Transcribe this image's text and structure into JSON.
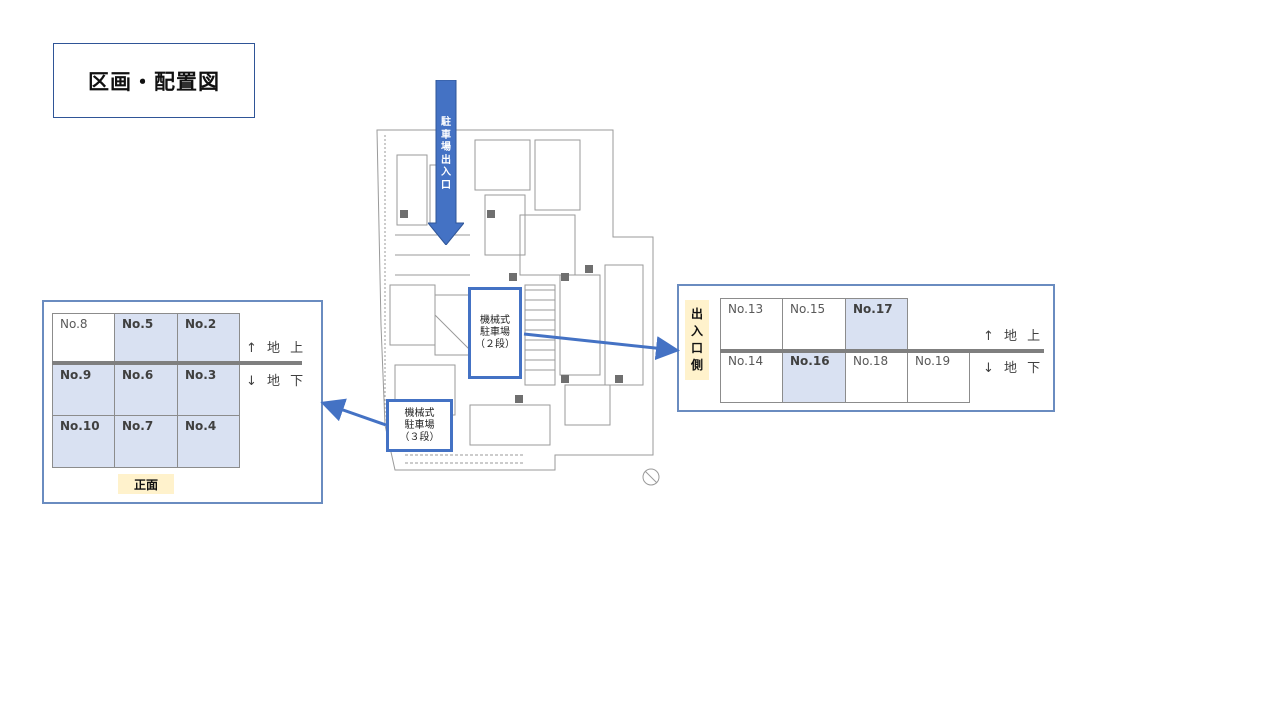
{
  "title": "区画・配置図",
  "entrance_label_chars": [
    "駐",
    "車",
    "場",
    "出",
    "入",
    "口"
  ],
  "mech_2tier": {
    "line1": "機械式",
    "line2": "駐車場",
    "line3": "（２段）"
  },
  "mech_3tier": {
    "line1": "機械式",
    "line2": "駐車場",
    "line3": "（３段）"
  },
  "left_grid": {
    "cells": [
      {
        "label": "No.8",
        "selected": false
      },
      {
        "label": "No.5",
        "selected": true
      },
      {
        "label": "No.2",
        "selected": true
      },
      {
        "label": "No.9",
        "selected": true
      },
      {
        "label": "No.6",
        "selected": true
      },
      {
        "label": "No.3",
        "selected": true
      },
      {
        "label": "No.10",
        "selected": true
      },
      {
        "label": "No.7",
        "selected": true
      },
      {
        "label": "No.4",
        "selected": true
      }
    ],
    "above_ground": "↑ 地 上",
    "below_ground": "↓ 地 下",
    "front_label": "正面"
  },
  "right_grid": {
    "cells": [
      {
        "label": "No.13",
        "selected": false
      },
      {
        "label": "No.15",
        "selected": false
      },
      {
        "label": "No.17",
        "selected": true
      },
      {
        "label": "No.14",
        "selected": false
      },
      {
        "label": "No.16",
        "selected": true
      },
      {
        "label": "No.18",
        "selected": false
      },
      {
        "label": "No.19",
        "selected": false
      }
    ],
    "above_ground": "↑ 地 上",
    "below_ground": "↓ 地 下",
    "side_label_chars": [
      "出",
      "入",
      "口",
      "側"
    ]
  },
  "colors": {
    "accent": "#4472c4",
    "selected_fill": "#d9e1f2",
    "label_fill": "#fff2cc"
  }
}
